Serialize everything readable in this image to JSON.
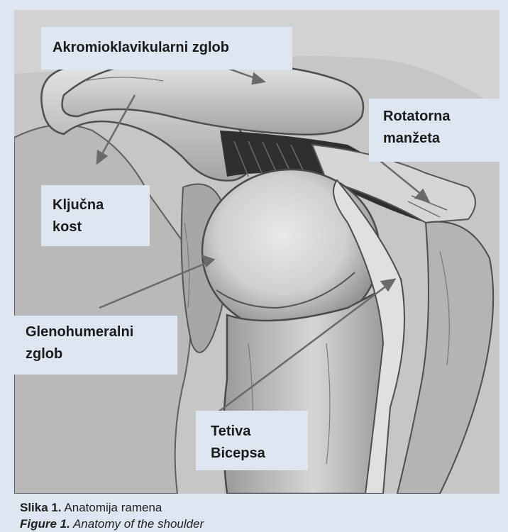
{
  "labels": {
    "acromioclavicular": "Akromioklavikularni zglob",
    "rotator_cuff": [
      "Rotatorna",
      "manžeta"
    ],
    "clavicle": [
      "Ključna",
      "kost"
    ],
    "glenohumeral": [
      "Glenohumeralni",
      "zglob"
    ],
    "biceps_tendon": [
      "Tetiva",
      "Bicepsa"
    ]
  },
  "caption": {
    "local_number": "Slika 1.",
    "local_text": " Anatomija ramena",
    "english_number": "Figure 1.",
    "english_text": " Anatomy of the shoulder"
  },
  "colors": {
    "panel_background": "#dde6f1",
    "illustration_background": "#c9c9c9",
    "pointer_color": "#6a6a6a"
  }
}
